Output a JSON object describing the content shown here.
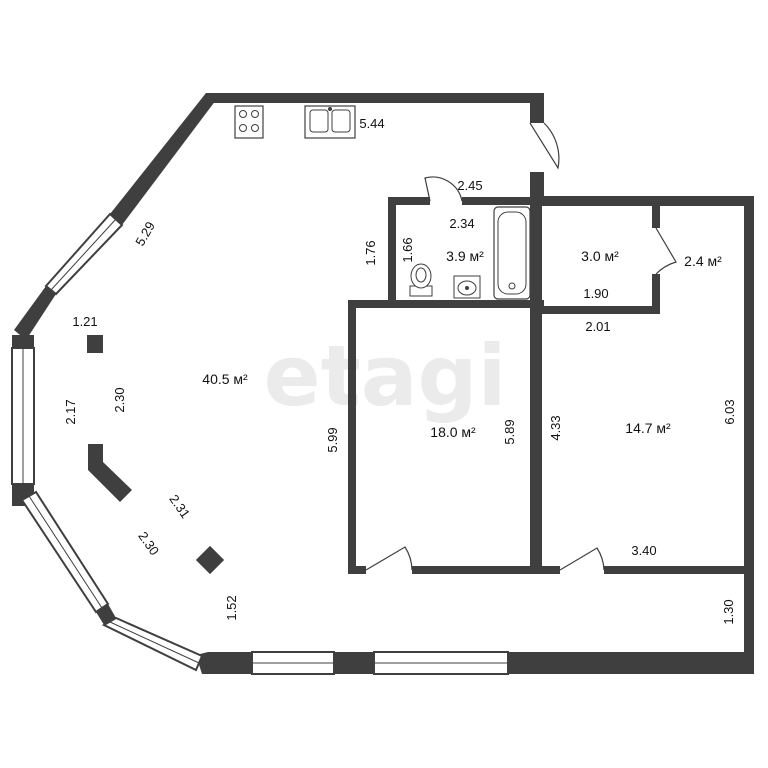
{
  "watermark": "etagi",
  "colors": {
    "wall": "#3f3f3f",
    "window_fill": "#ffffff",
    "background": "#ffffff"
  },
  "areas": {
    "living": "40.5 м²",
    "bath": "3.9 м²",
    "closet_1": "3.0 м²",
    "closet_2": "2.4 м²",
    "bedroom_1": "18.0 м²",
    "bedroom_2": "14.7 м²"
  },
  "dims": {
    "top": "5.44",
    "diag_upper": "5.29",
    "bay_top": "1.21",
    "bay_left": "2.17",
    "bay_inner": "2.30",
    "diag_lower_inner": "2.31",
    "diag_lower_outer": "2.30",
    "bottom_left": "1.52",
    "bath_top_outer": "2.45",
    "bath_top_inner": "2.34",
    "bath_left_outer": "1.76",
    "bath_left_inner": "1.66",
    "closet_bottom": "1.90",
    "room2_top": "2.01",
    "bed1_left": "5.99",
    "bed1_right": "5.89",
    "bed2_left": "4.33",
    "bed2_right": "6.03",
    "bed2_bottom": "3.40",
    "corridor_right": "1.30"
  }
}
